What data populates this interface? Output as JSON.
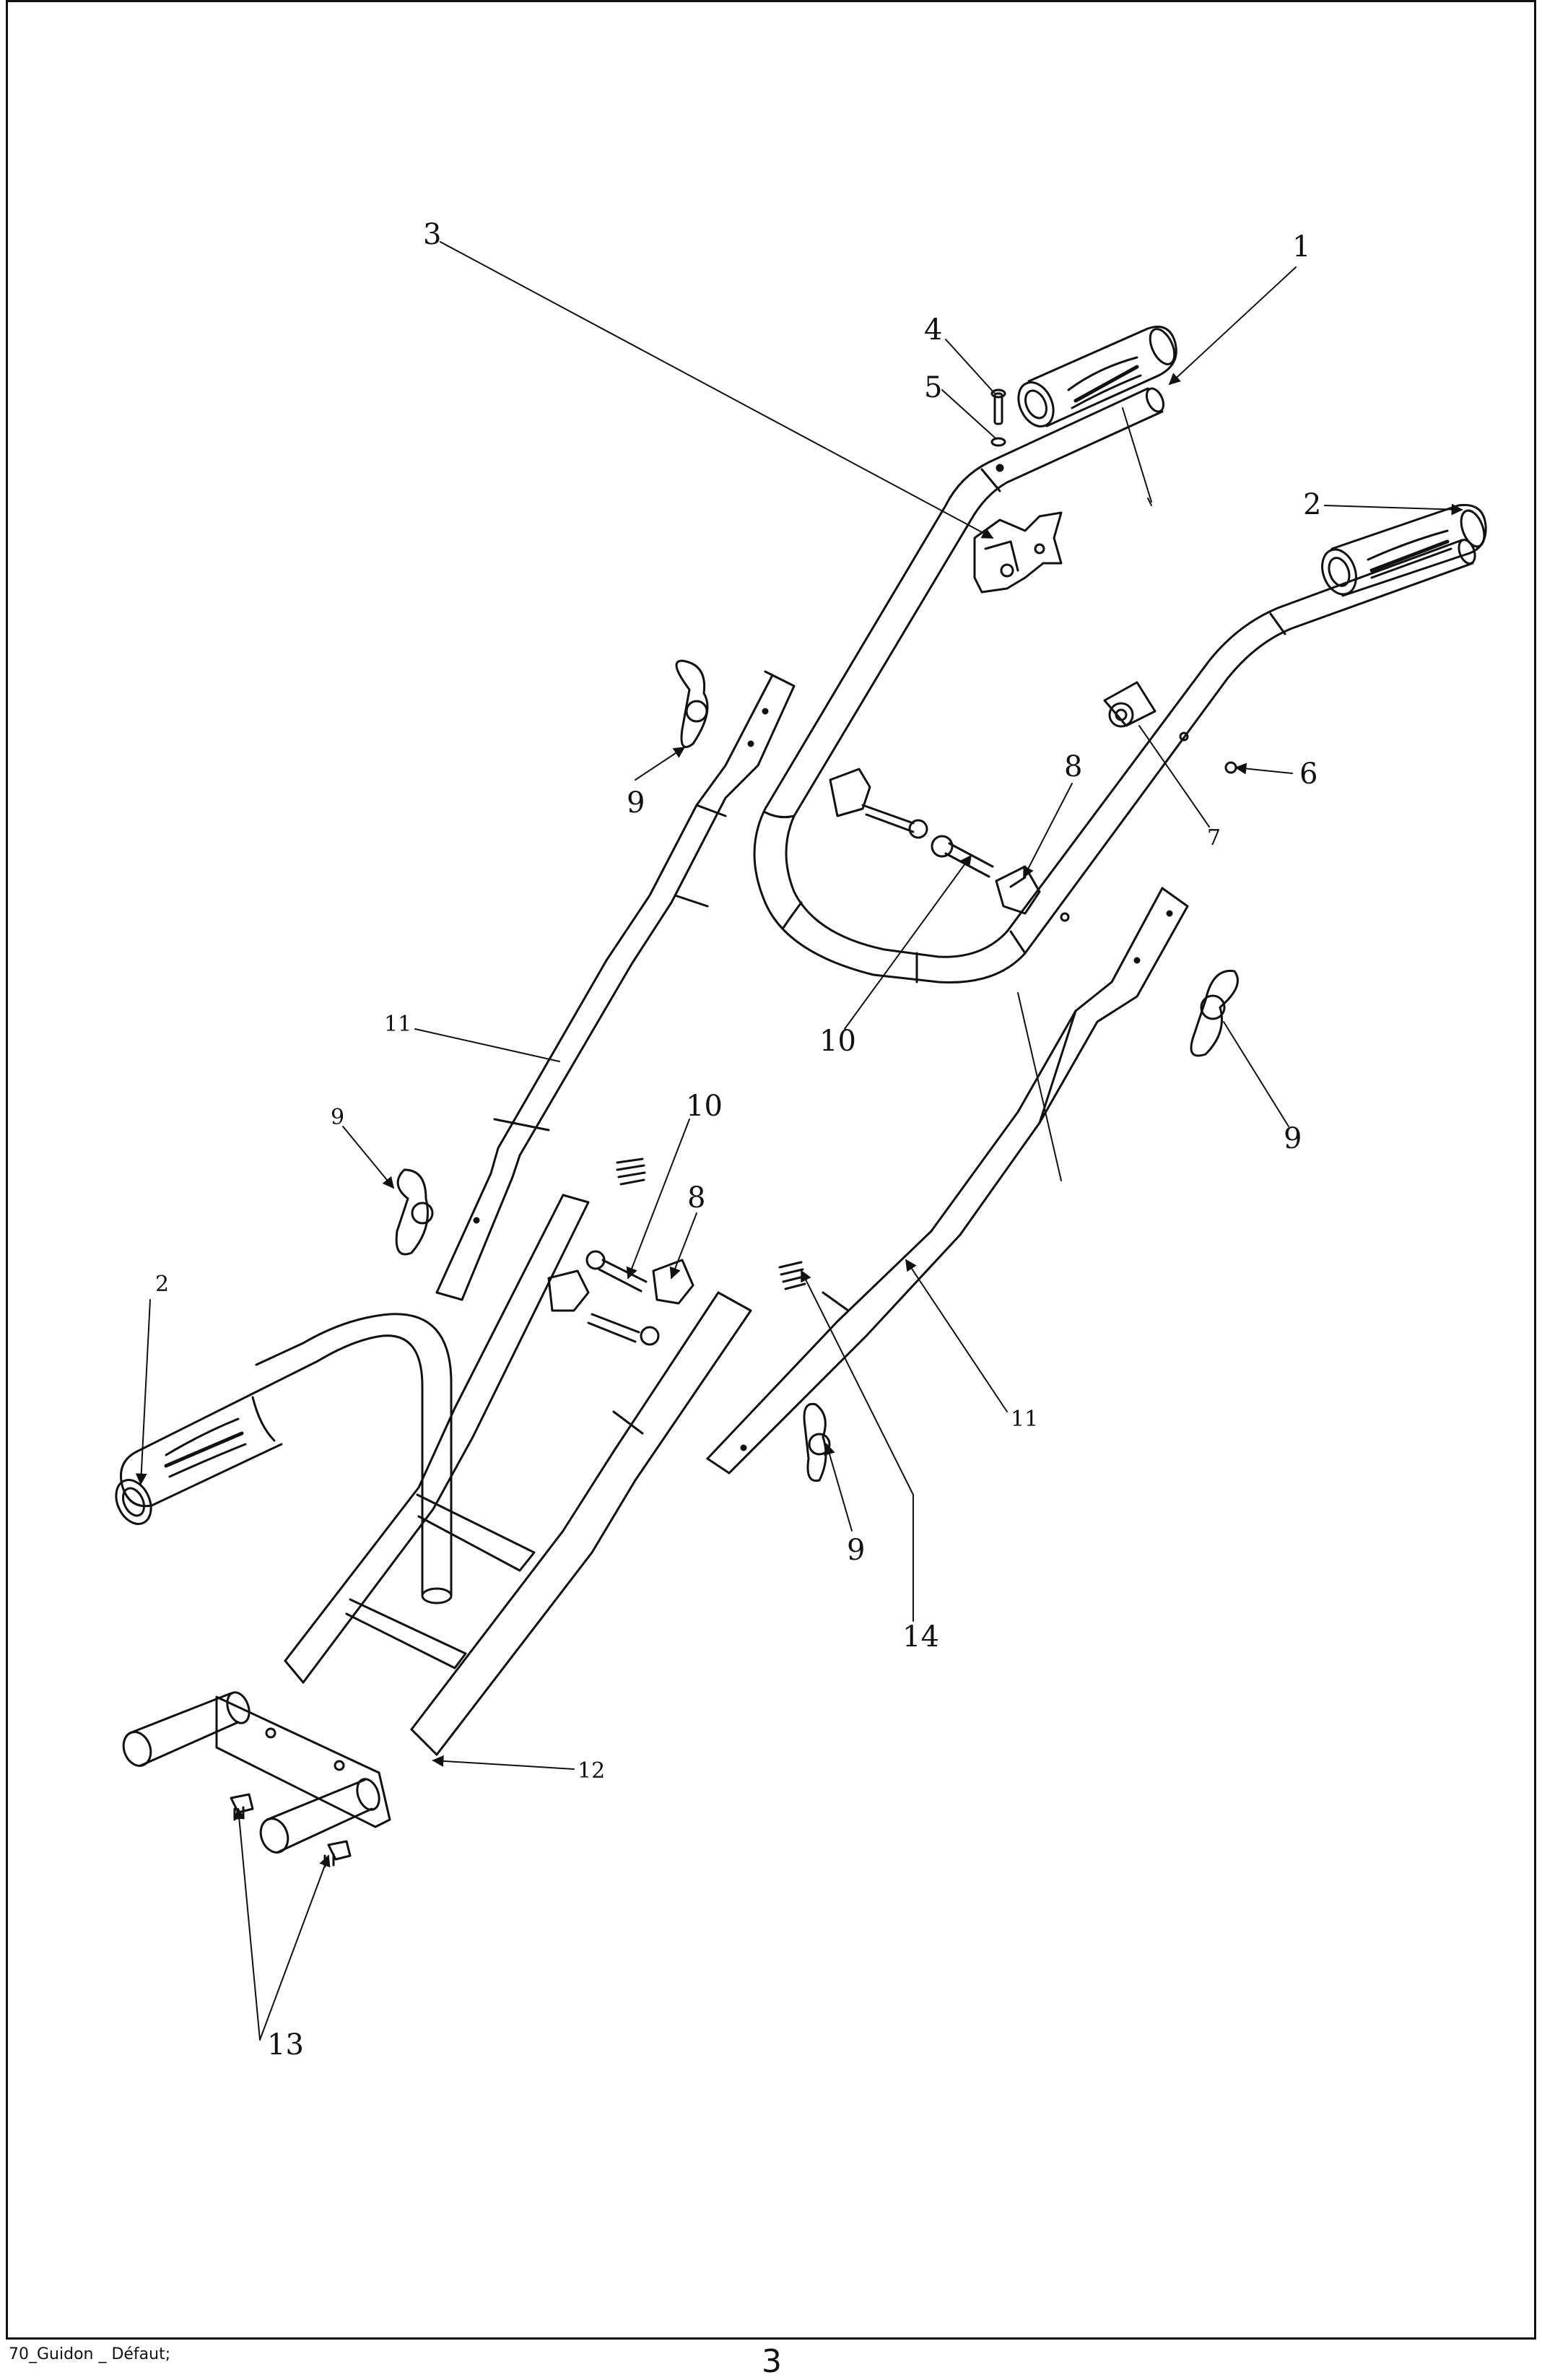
{
  "footer": {
    "file_label": "70_Guidon _ Défaut;"
  },
  "page_number": "3",
  "callouts": {
    "p1": "1",
    "p2a": "2",
    "p2b": "2",
    "p3": "3",
    "p4": "4",
    "p5": "5",
    "p6": "6",
    "p7": "7",
    "p8a": "8",
    "p8b": "8",
    "p9a": "9",
    "p9b": "9",
    "p9c": "9",
    "p9d": "9",
    "p10a": "10",
    "p10b": "10",
    "p11a": "11",
    "p11b": "11",
    "p12": "12",
    "p13": "13",
    "p14": "14"
  }
}
